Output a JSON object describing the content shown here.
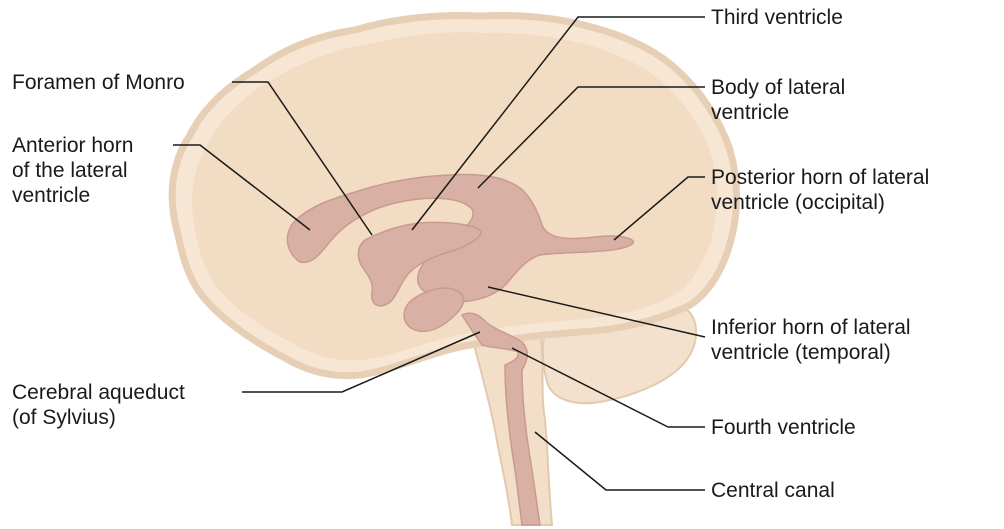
{
  "colors": {
    "background": "#ffffff",
    "brain_outer": "#f6e6d3",
    "brain_inner": "#f2dcc3",
    "brain_outline": "#e6cfb4",
    "brain_edge": "#d9bfa2",
    "cerebellum": "#f4e1cd",
    "brainstem": "#f3dec7",
    "ventricle": "#d8b0a4",
    "ventricle_edge": "#c89b8f",
    "leader_line": "#1a1a1a"
  },
  "labels": {
    "third_ventricle": [
      "Third ventricle"
    ],
    "foramen_of_monro": [
      "Foramen of Monro"
    ],
    "body_of_lateral_ventricle": [
      "Body of lateral",
      "ventricle"
    ],
    "anterior_horn": [
      "Anterior horn",
      "of the lateral",
      "ventricle"
    ],
    "posterior_horn": [
      "Posterior horn of lateral",
      "ventricle (occipital)"
    ],
    "inferior_horn": [
      "Inferior horn of lateral",
      "ventricle (temporal)"
    ],
    "cerebral_aqueduct": [
      "Cerebral aqueduct",
      "(of Sylvius)"
    ],
    "fourth_ventricle": [
      "Fourth ventricle"
    ],
    "central_canal": [
      "Central canal"
    ]
  }
}
